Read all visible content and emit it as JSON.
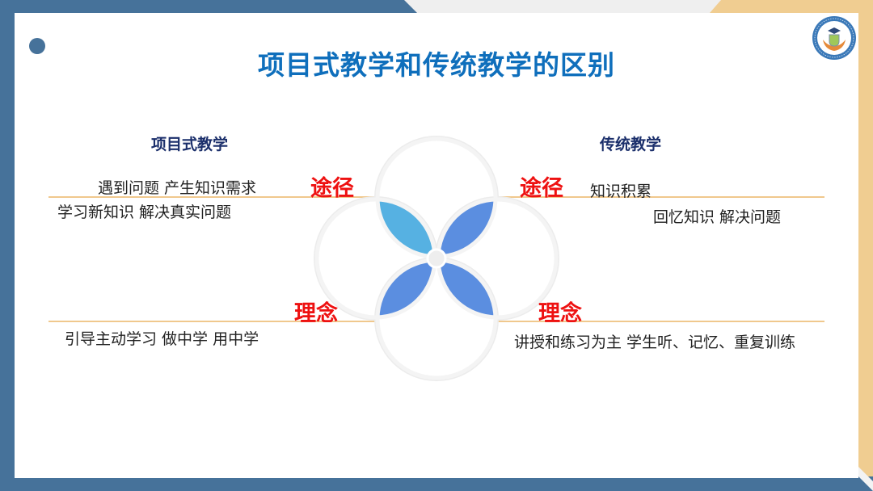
{
  "slide": {
    "title": "项目式教学和传统教学的区别",
    "logo_icon": "school-emblem-icon"
  },
  "left": {
    "heading": "项目式教学",
    "path_label": "途径",
    "path_line1": "遇到问题  产生知识需求",
    "path_line2": "学习新知识  解决真实问题",
    "idea_label": "理念",
    "idea_text": "引导主动学习  做中学  用中学"
  },
  "right": {
    "heading": "传统教学",
    "path_label": "途径",
    "path_line1": "知识积累",
    "path_line2": "回忆知识  解决问题",
    "idea_label": "理念",
    "idea_text": "讲授和练习为主  学生听、记忆、重复训练"
  },
  "colors": {
    "frame_blue": "#46729a",
    "accent_tan": "#f0cd91",
    "title_blue": "#0f6fbc",
    "label_red": "#ee1111",
    "petal_light": "#56b1e2",
    "petal_blue": "#5b8ee0",
    "divider": "#f0c88d"
  }
}
